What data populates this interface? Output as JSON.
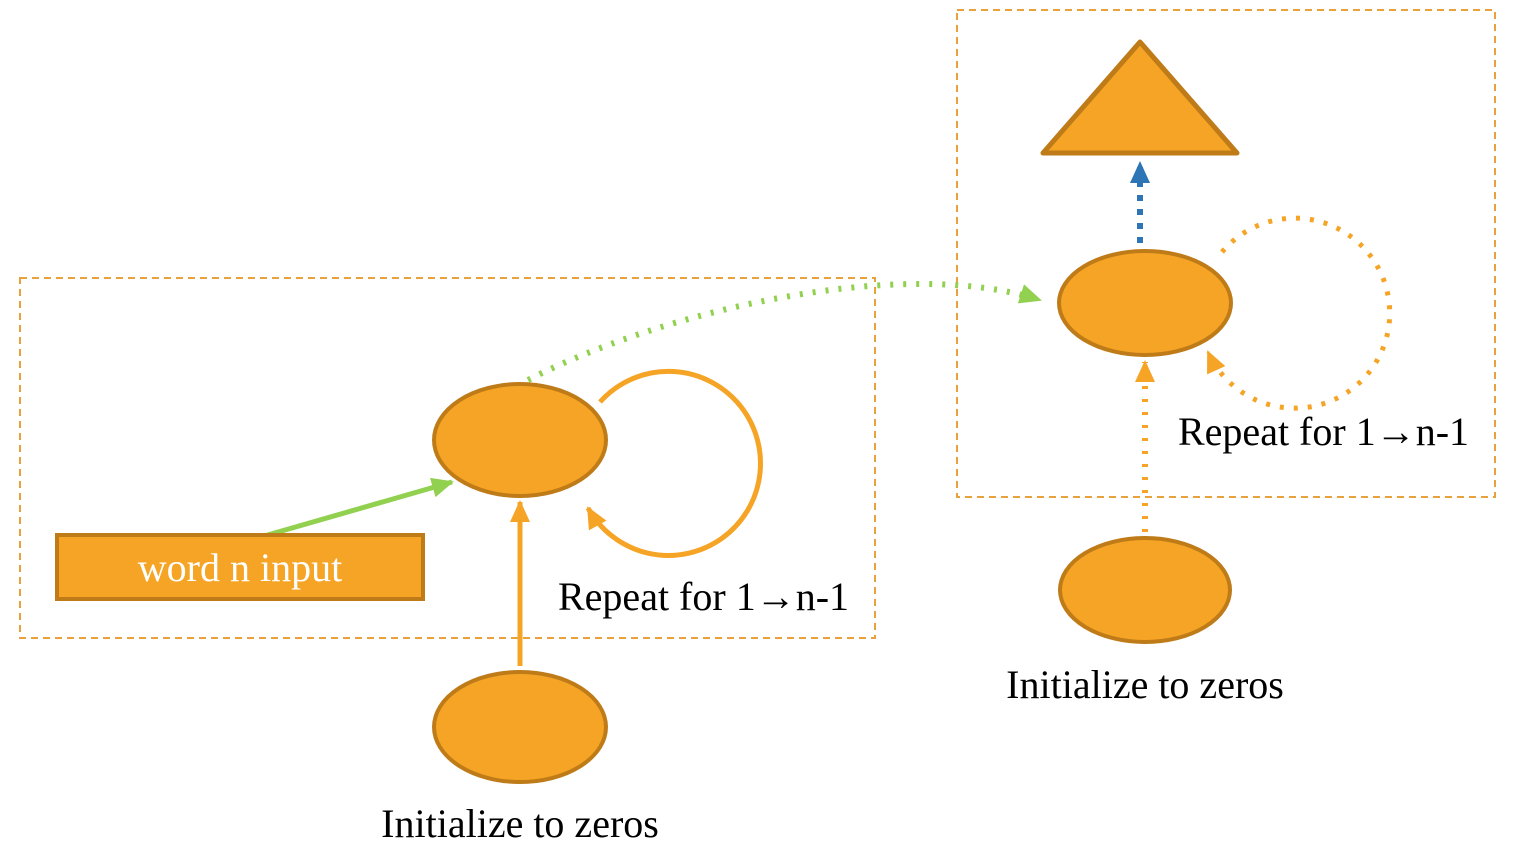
{
  "colors": {
    "orange_fill": "#F5A425",
    "orange_stroke": "#BE7B17",
    "green": "#92D050",
    "blue": "#2E75B6",
    "box_border": "#E9A23B",
    "text": "#000000",
    "input_text": "#FFFFFF"
  },
  "left": {
    "input_label": "word n input",
    "repeat_label": "Repeat for 1→n-1",
    "init_label": "Initialize to zeros"
  },
  "right": {
    "repeat_label": "Repeat for 1→n-1",
    "init_label": "Initialize to zeros"
  }
}
